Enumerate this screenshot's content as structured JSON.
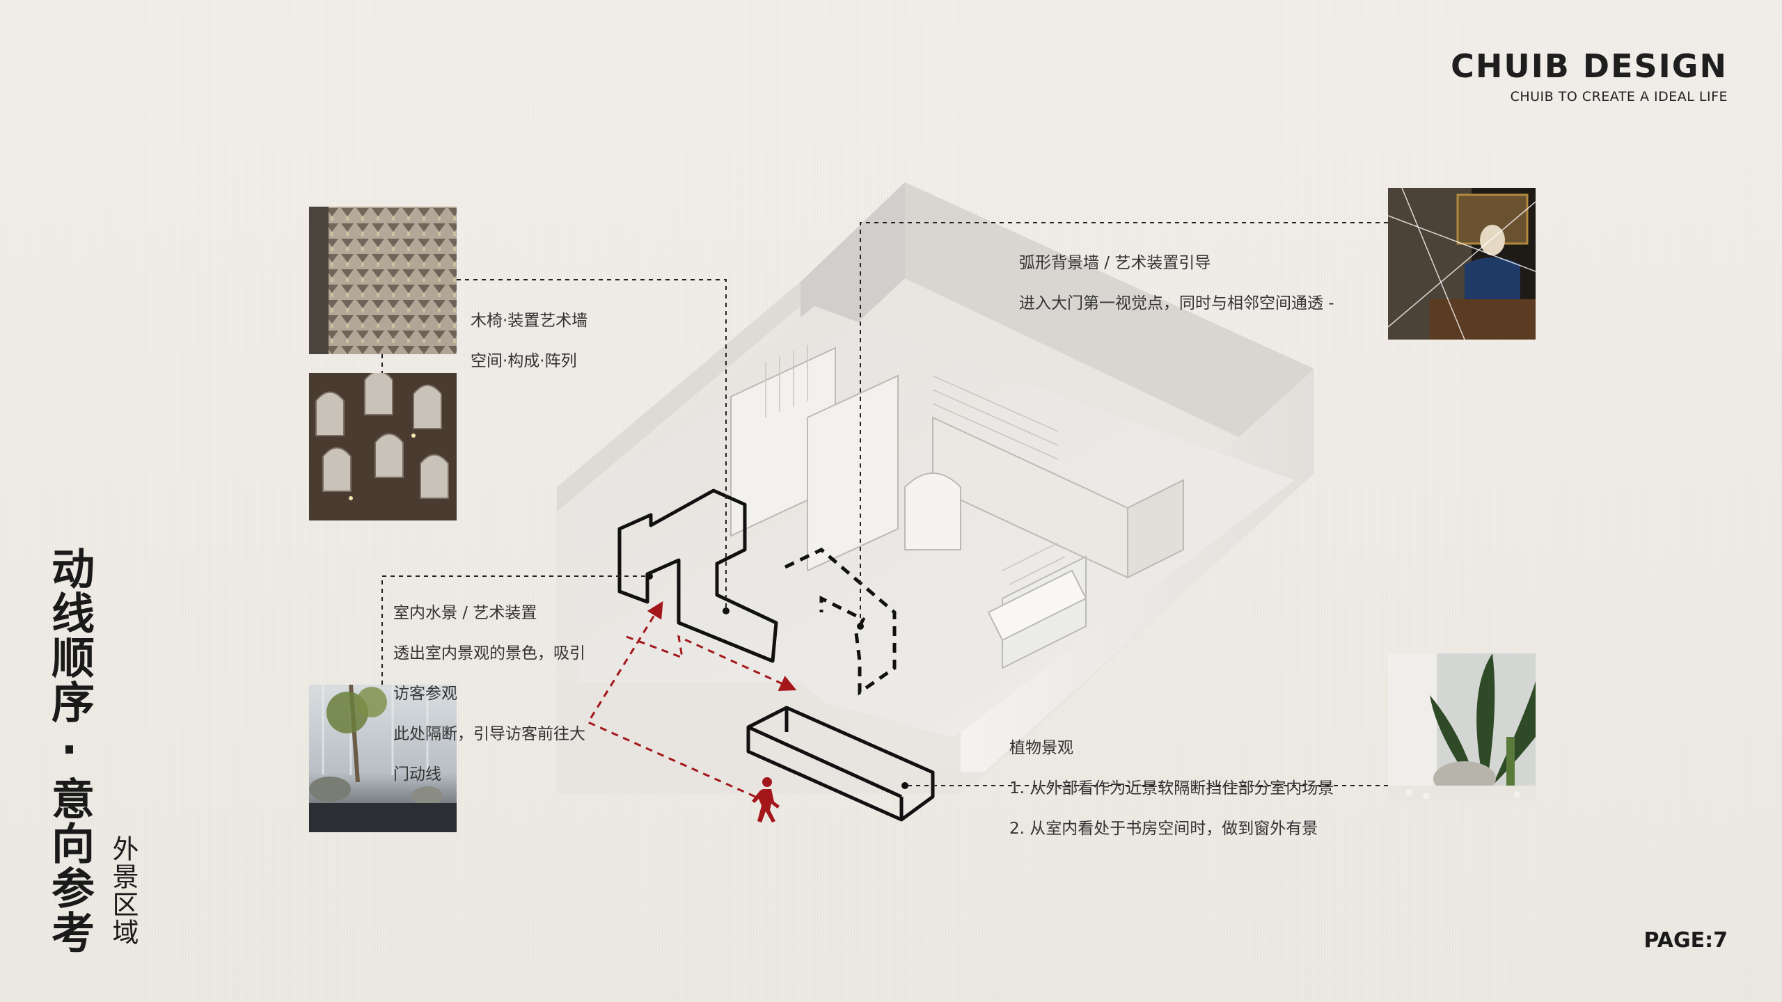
{
  "brand": {
    "title": "CHUIB  DESIGN",
    "subtitle": "CHUIB TO CREATE A IDEAL LIFE"
  },
  "page": {
    "title": "动线顺序·意向参考",
    "subtitle": "外景区域",
    "page_number": "PAGE:7"
  },
  "annotations": {
    "wood_wall": {
      "line1": "木椅·装置艺术墙",
      "line2": "空间·构成·阵列"
    },
    "arc_wall": {
      "line1": "弧形背景墙 / 艺术装置引导",
      "line2": "进入大门第一视觉点，同时与相邻空间通透 -"
    },
    "water_feature": {
      "line1": "室内水景 / 艺术装置",
      "line2": "透出室内景观的景色，吸引",
      "line3": "访客参观",
      "line4": "此处隔断，引导访客前往大",
      "line5": "门动线"
    },
    "plants": {
      "line1": "植物景观",
      "line2": "1. 从外部看作为近景软隔断挡住部分室内场景",
      "line3": "2. 从室内看处于书房空间时，做到窗外有景"
    }
  },
  "colors": {
    "background": "#efebe6",
    "accent_red": "#a3161a",
    "outline": "#111111"
  },
  "icons": {
    "walker": "person-walking-icon"
  }
}
